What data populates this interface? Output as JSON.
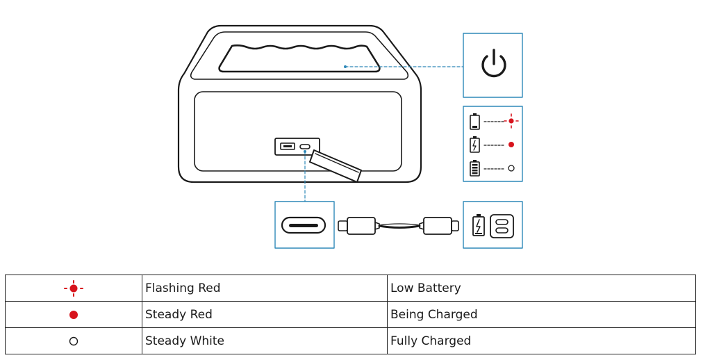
{
  "colors": {
    "line": "#1a1a1a",
    "callout_border": "#2e88b8",
    "indicator_red": "#d7141d"
  },
  "icons": {
    "power_callout": "power-icon",
    "battery_low": "battery-low-icon",
    "battery_charging": "battery-charging-icon",
    "battery_full": "battery-full-icon",
    "usb_a_port": "usb-a-port-icon",
    "usb_c_port": "usb-c-port-icon",
    "usb_c_cable": "usb-c-cable-icon",
    "power_adapter": "usb-c-adapter-icon"
  },
  "legend": {
    "rows": [
      {
        "indicator": "flashing-red-led",
        "color": "Flashing Red",
        "meaning": "Low Battery"
      },
      {
        "indicator": "steady-red-led",
        "color": "Steady Red",
        "meaning": "Being Charged"
      },
      {
        "indicator": "steady-white-led",
        "color": "Steady White",
        "meaning": "Fully Charged"
      }
    ]
  }
}
